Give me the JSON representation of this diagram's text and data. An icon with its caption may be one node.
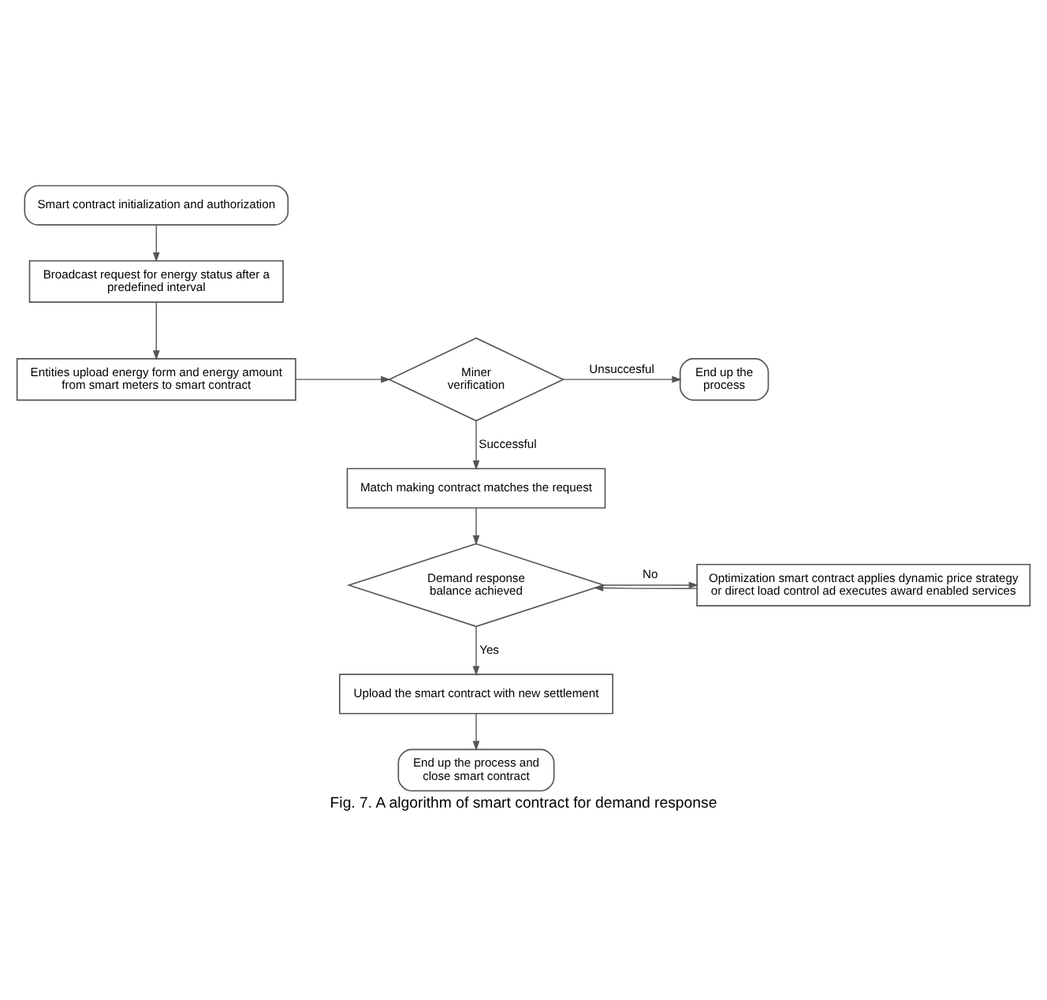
{
  "diagram": {
    "caption": "Fig. 7. A algorithm of smart contract for demand response",
    "nodes": [
      {
        "text": [
          "Smart contract initialization and authorization"
        ]
      },
      {
        "text": [
          "Broadcast request for energy status after a predefined interval"
        ]
      },
      {
        "text": [
          "Entities upload energy form and energy amount from smart meters to smart contract"
        ]
      },
      {
        "text": [
          "Miner verification"
        ]
      },
      {
        "text": [
          "End up the process"
        ]
      },
      {
        "text": [
          "Match making contract matches the request"
        ]
      },
      {
        "text": [
          "Demand response balance achieved"
        ]
      },
      {
        "text": [
          "Optimization smart contract applies dynamic price strategy or direct load control ad executes award enabled services"
        ]
      },
      {
        "text": [
          "Upload the smart contract with new settlement"
        ]
      },
      {
        "text": [
          "End up the process and close smart contract"
        ]
      }
    ],
    "edges": [
      {
        "from": 0,
        "to": 1,
        "arrow": "to"
      },
      {
        "from": 1,
        "to": 2,
        "arrow": "to"
      },
      {
        "from": 2,
        "to": 3,
        "arrow": "to"
      },
      {
        "from": 3,
        "to": 4,
        "arrow": "to",
        "label": "Unsuccesful"
      },
      {
        "from": 3,
        "to": 5,
        "arrow": "to",
        "label": "Successful"
      },
      {
        "from": 5,
        "to": 6,
        "arrow": "to"
      },
      {
        "from": 6,
        "to": 7,
        "arrow": "to",
        "label": "No"
      },
      {
        "from": 7,
        "to": 6,
        "arrow": "to"
      },
      {
        "from": 6,
        "to": 8,
        "arrow": "to",
        "label": "Yes"
      },
      {
        "from": 8,
        "to": 9,
        "arrow": "to"
      }
    ]
  }
}
